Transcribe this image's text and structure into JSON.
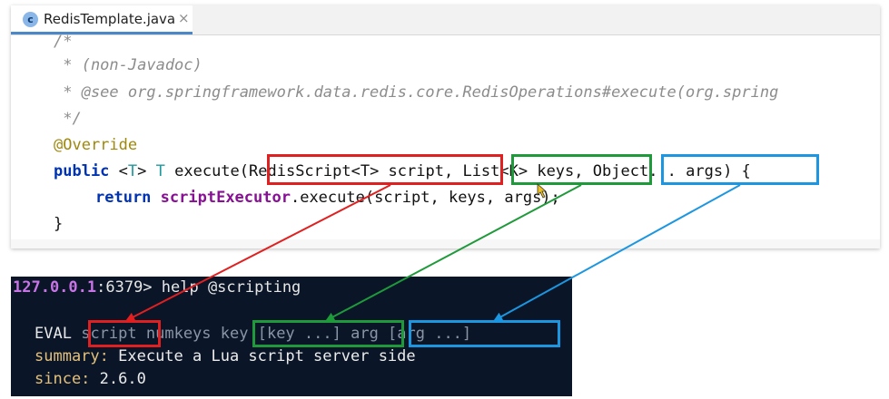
{
  "ide": {
    "tab": {
      "icon_letter": "c",
      "filename": "RedisTemplate.java",
      "close": "×"
    },
    "code": {
      "l1": "/*",
      "l2": " * (non-Javadoc)",
      "l3": " * @see org.springframework.data.redis.core.RedisOperations#execute(org.spring",
      "l4": " */",
      "annotation": "@Override",
      "sig_public": "public",
      "sig_generic_open": " <",
      "sig_T1": "T",
      "sig_generic_close": "> ",
      "sig_T2": "T",
      "sig_name": " execute(",
      "param1": "RedisScript<T> script",
      "comma1": ",",
      "param2": "List<K> keys",
      "comma2": ",",
      "param3": "Object... args",
      "sig_end": ") {",
      "ret_kw": "return",
      "ret_field": "scriptExecutor",
      "ret_rest": ".execute(script, keys, args);",
      "close_brace": "}"
    }
  },
  "terminal": {
    "host": "127.0.0.1",
    "prompt_rest": ":6379> help @scripting",
    "eval": "EVAL",
    "script": "script",
    "numkeys": "numkeys",
    "keys": "key [key ...]",
    "args": "arg [arg ...]",
    "summary_label": "summary:",
    "summary_text": " Execute a Lua script server side",
    "since_label": "since:",
    "since_text": " 2.6.0"
  },
  "colors": {
    "script_box": "#e02020",
    "keys_box": "#1f9a3a",
    "args_box": "#1c96e0"
  }
}
